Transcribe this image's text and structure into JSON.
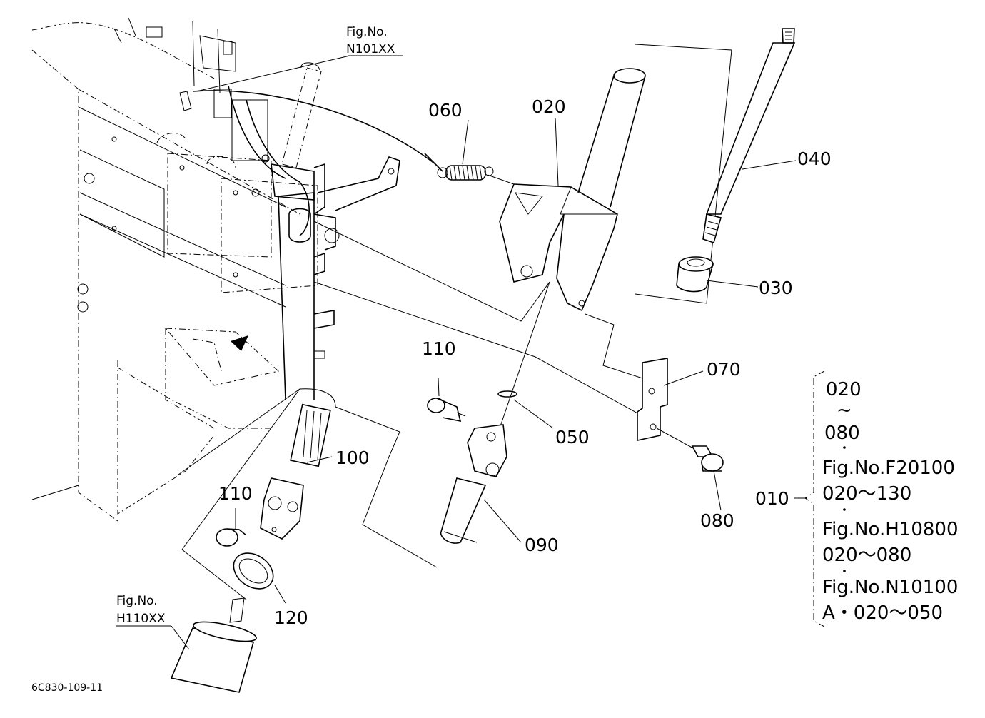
{
  "diagram_code": "6C830-109-11",
  "refs": [
    {
      "key": "n101",
      "line1": "Fig.No.",
      "line2": "N101XX"
    },
    {
      "key": "h110",
      "line1": "Fig.No.",
      "line2": "H110XX"
    }
  ],
  "callouts": {
    "p020": "020",
    "p030": "030",
    "p040": "040",
    "p050": "050",
    "p060": "060",
    "p070": "070",
    "p080": "080",
    "p090": "090",
    "p100": "100",
    "p110a": "110",
    "p110b": "110",
    "p120": "120",
    "p010": "010"
  },
  "summary": {
    "range_top": "020",
    "tilde": "~",
    "range_bottom": "080",
    "lines": [
      "Fig.No.F20100",
      "020～130",
      "Fig.No.H10800",
      "020～080",
      "Fig.No.N10100",
      "A・020～050"
    ]
  }
}
